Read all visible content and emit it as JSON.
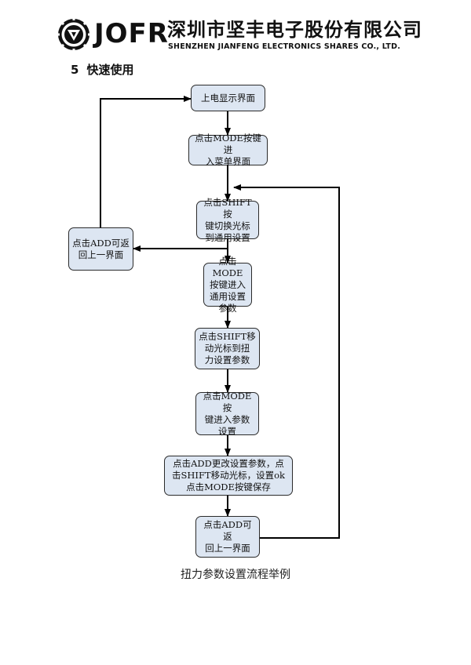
{
  "header": {
    "logo_text": "JOFR",
    "company_cn": "深圳市坚丰电子股份有限公司",
    "company_en": "SHENZHEN JIANFENG ELECTRONICS SHARES CO., LTD."
  },
  "section": {
    "number": "5",
    "title": "快速使用"
  },
  "flowchart": {
    "nodes": [
      {
        "id": "n1",
        "lines": [
          "上电显示界面"
        ]
      },
      {
        "id": "n2",
        "lines": [
          "点击MODE按键进",
          "入菜单界面"
        ]
      },
      {
        "id": "n3",
        "lines": [
          "点击SHIFT按",
          "键切换光标",
          "到通用设置"
        ]
      },
      {
        "id": "n4",
        "lines": [
          "点击MODE",
          "按键进入",
          "通用设置",
          "参数"
        ]
      },
      {
        "id": "n5",
        "lines": [
          "点击SHIFT移",
          "动光标到扭",
          "力设置参数"
        ]
      },
      {
        "id": "n6",
        "lines": [
          "点击MODE按",
          "键进入参数",
          "设置"
        ]
      },
      {
        "id": "n7",
        "lines": [
          "点击ADD更改设置参数，点",
          "击SHIFT移动光标，设置ok",
          "点击MODE按键保存"
        ]
      },
      {
        "id": "n8",
        "lines": [
          "点击ADD可返",
          "回上一界面"
        ]
      },
      {
        "id": "n9",
        "lines": [
          "点击ADD可返",
          "回上一界面"
        ]
      }
    ],
    "caption": "扭力参数设置流程举例"
  }
}
